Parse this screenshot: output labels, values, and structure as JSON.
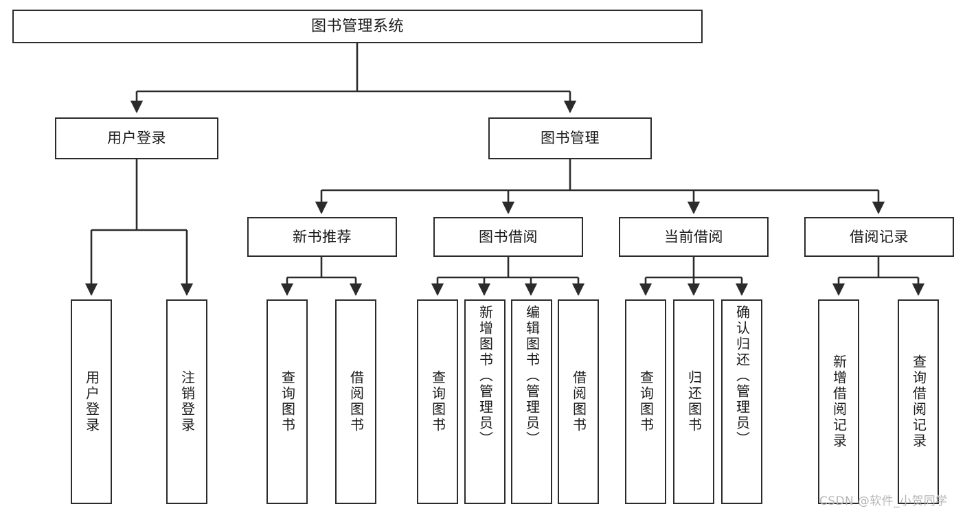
{
  "diagram": {
    "title": "图书管理系统",
    "type": "hierarchy-tree",
    "watermark": "CSDN @软件_小贺同学",
    "colors": {
      "node_border": "#2b2b2b",
      "node_fill": "#ffffff",
      "edge": "#2b2b2b",
      "text": "#1a1a1a",
      "watermark": "#b6b6b6"
    },
    "levels": {
      "level0": [
        {
          "id": "root",
          "label": "图书管理系统",
          "orientation": "horizontal"
        }
      ],
      "level1": [
        {
          "id": "user-login",
          "label": "用户登录",
          "orientation": "horizontal"
        },
        {
          "id": "book-manage",
          "label": "图书管理",
          "orientation": "horizontal"
        }
      ],
      "level2": [
        {
          "id": "new-book-rec",
          "label": "新书推荐",
          "orientation": "horizontal"
        },
        {
          "id": "book-borrow",
          "label": "图书借阅",
          "orientation": "horizontal"
        },
        {
          "id": "current-borrow",
          "label": "当前借阅",
          "orientation": "horizontal"
        },
        {
          "id": "borrow-record",
          "label": "借阅记录",
          "orientation": "horizontal"
        }
      ],
      "level3": [
        {
          "id": "leaf-user-login",
          "label": "用户登录",
          "orientation": "vertical",
          "parent": "user-login"
        },
        {
          "id": "leaf-user-logout",
          "label": "注销登录",
          "orientation": "vertical",
          "parent": "user-login"
        },
        {
          "id": "leaf-query-book-1",
          "label": "查询图书",
          "orientation": "vertical",
          "parent": "new-book-rec"
        },
        {
          "id": "leaf-borrow-book-1",
          "label": "借阅图书",
          "orientation": "vertical",
          "parent": "new-book-rec"
        },
        {
          "id": "leaf-query-book-2",
          "label": "查询图书",
          "orientation": "vertical",
          "parent": "book-borrow"
        },
        {
          "id": "leaf-add-book",
          "label": "新增图书（管理员）",
          "orientation": "vertical",
          "parent": "book-borrow"
        },
        {
          "id": "leaf-edit-book",
          "label": "编辑图书（管理员）",
          "orientation": "vertical",
          "parent": "book-borrow"
        },
        {
          "id": "leaf-borrow-book-2",
          "label": "借阅图书",
          "orientation": "vertical",
          "parent": "book-borrow"
        },
        {
          "id": "leaf-query-book-3",
          "label": "查询图书",
          "orientation": "vertical",
          "parent": "current-borrow"
        },
        {
          "id": "leaf-return-book",
          "label": "归还图书",
          "orientation": "vertical",
          "parent": "current-borrow"
        },
        {
          "id": "leaf-confirm-return",
          "label": "确认归还（管理员）",
          "orientation": "vertical",
          "parent": "current-borrow"
        },
        {
          "id": "leaf-add-record",
          "label": "新增借阅记录",
          "orientation": "vertical",
          "parent": "borrow-record"
        },
        {
          "id": "leaf-query-record",
          "label": "查询借阅记录",
          "orientation": "vertical",
          "parent": "borrow-record"
        }
      ]
    }
  }
}
